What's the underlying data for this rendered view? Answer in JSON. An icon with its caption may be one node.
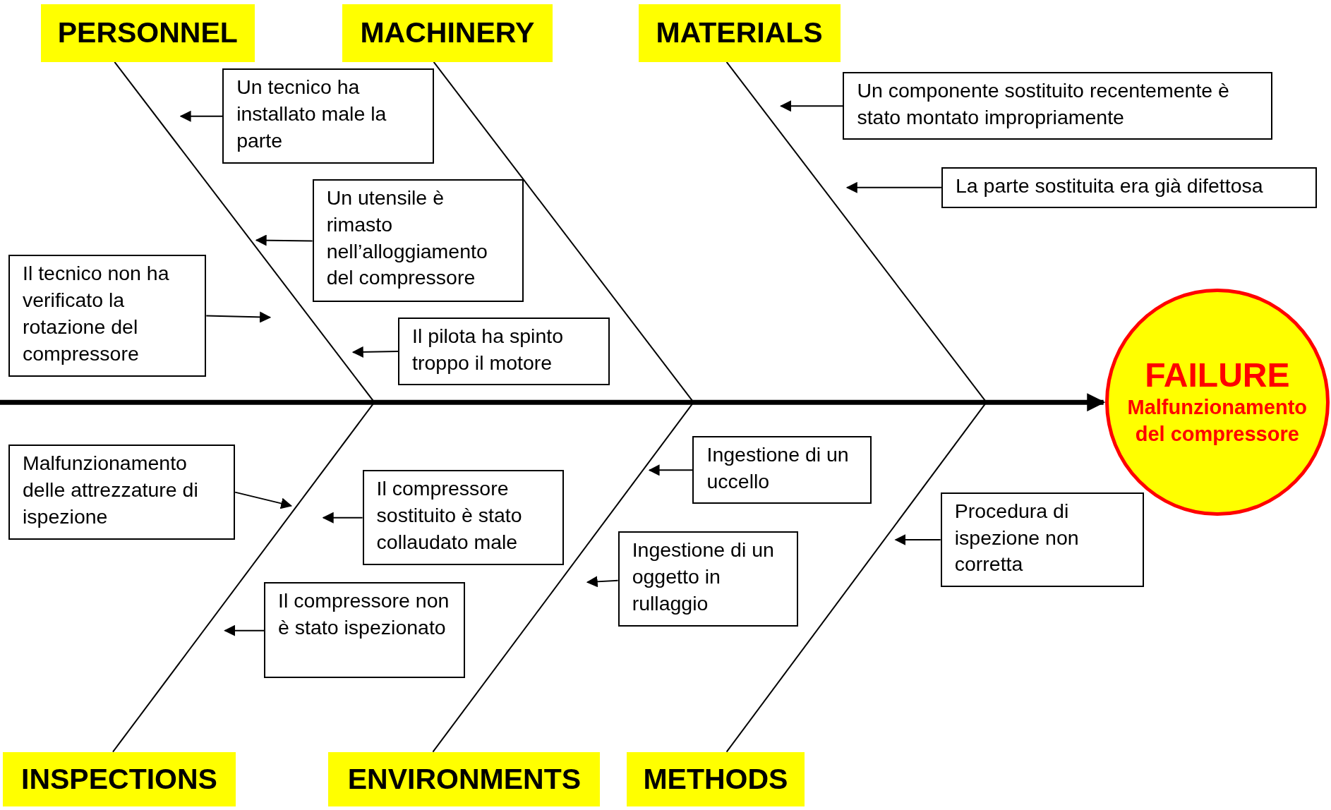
{
  "diagram": {
    "nodes": [
      {
        "text": [
          "PERSONNEL"
        ]
      },
      {
        "text": [
          "MACHINERY"
        ]
      },
      {
        "text": [
          "MATERIALS"
        ]
      },
      {
        "text": [
          "Un tecnico ha installato male la parte"
        ]
      },
      {
        "text": [
          "Un utensile è rimasto nell’alloggiamento del compressore"
        ]
      },
      {
        "text": [
          "Il tecnico non ha verificato la rotazione del compressore"
        ]
      },
      {
        "text": [
          "Il pilota ha spinto troppo il motore"
        ]
      },
      {
        "text": [
          "Un componente sostituito recentemente è stato montato impropriamente"
        ]
      },
      {
        "text": [
          "La parte sostituita era già difettosa"
        ]
      },
      {
        "text": [
          "FAILURE",
          "Malfunzionamento del compressore"
        ]
      },
      {
        "text": [
          "Malfunzionamento delle attrezzature di ispezione"
        ]
      },
      {
        "text": [
          "Il compressore sostituito è stato collaudato male"
        ]
      },
      {
        "text": [
          "Il compressore non è stato ispezionato"
        ]
      },
      {
        "text": [
          "Ingestione di un uccello"
        ]
      },
      {
        "text": [
          "Ingestione di un oggetto in rullaggio"
        ]
      },
      {
        "text": [
          "Procedura di ispezione non corretta"
        ]
      },
      {
        "text": [
          "INSPECTIONS"
        ]
      },
      {
        "text": [
          "ENVIRONMENTS"
        ]
      },
      {
        "text": [
          "METHODS"
        ]
      }
    ],
    "edges": [
      {
        "from": null,
        "to": 9,
        "arrow": "to",
        "style": "thick"
      },
      {
        "from": 0,
        "to": null,
        "arrow": "none"
      },
      {
        "from": 1,
        "to": null,
        "arrow": "none"
      },
      {
        "from": 2,
        "to": null,
        "arrow": "none"
      },
      {
        "from": 16,
        "to": null,
        "arrow": "none"
      },
      {
        "from": 17,
        "to": null,
        "arrow": "none"
      },
      {
        "from": 18,
        "to": null,
        "arrow": "none"
      },
      {
        "from": 3,
        "to": null,
        "arrow": "to"
      },
      {
        "from": 4,
        "to": null,
        "arrow": "to"
      },
      {
        "from": 5,
        "to": null,
        "arrow": "to"
      },
      {
        "from": 6,
        "to": null,
        "arrow": "to"
      },
      {
        "from": 7,
        "to": null,
        "arrow": "to"
      },
      {
        "from": 8,
        "to": null,
        "arrow": "to"
      },
      {
        "from": 10,
        "to": null,
        "arrow": "to"
      },
      {
        "from": 11,
        "to": null,
        "arrow": "to"
      },
      {
        "from": 12,
        "to": null,
        "arrow": "to"
      },
      {
        "from": 13,
        "to": null,
        "arrow": "to"
      },
      {
        "from": 14,
        "to": null,
        "arrow": "to"
      },
      {
        "from": 15,
        "to": null,
        "arrow": "to"
      }
    ]
  }
}
